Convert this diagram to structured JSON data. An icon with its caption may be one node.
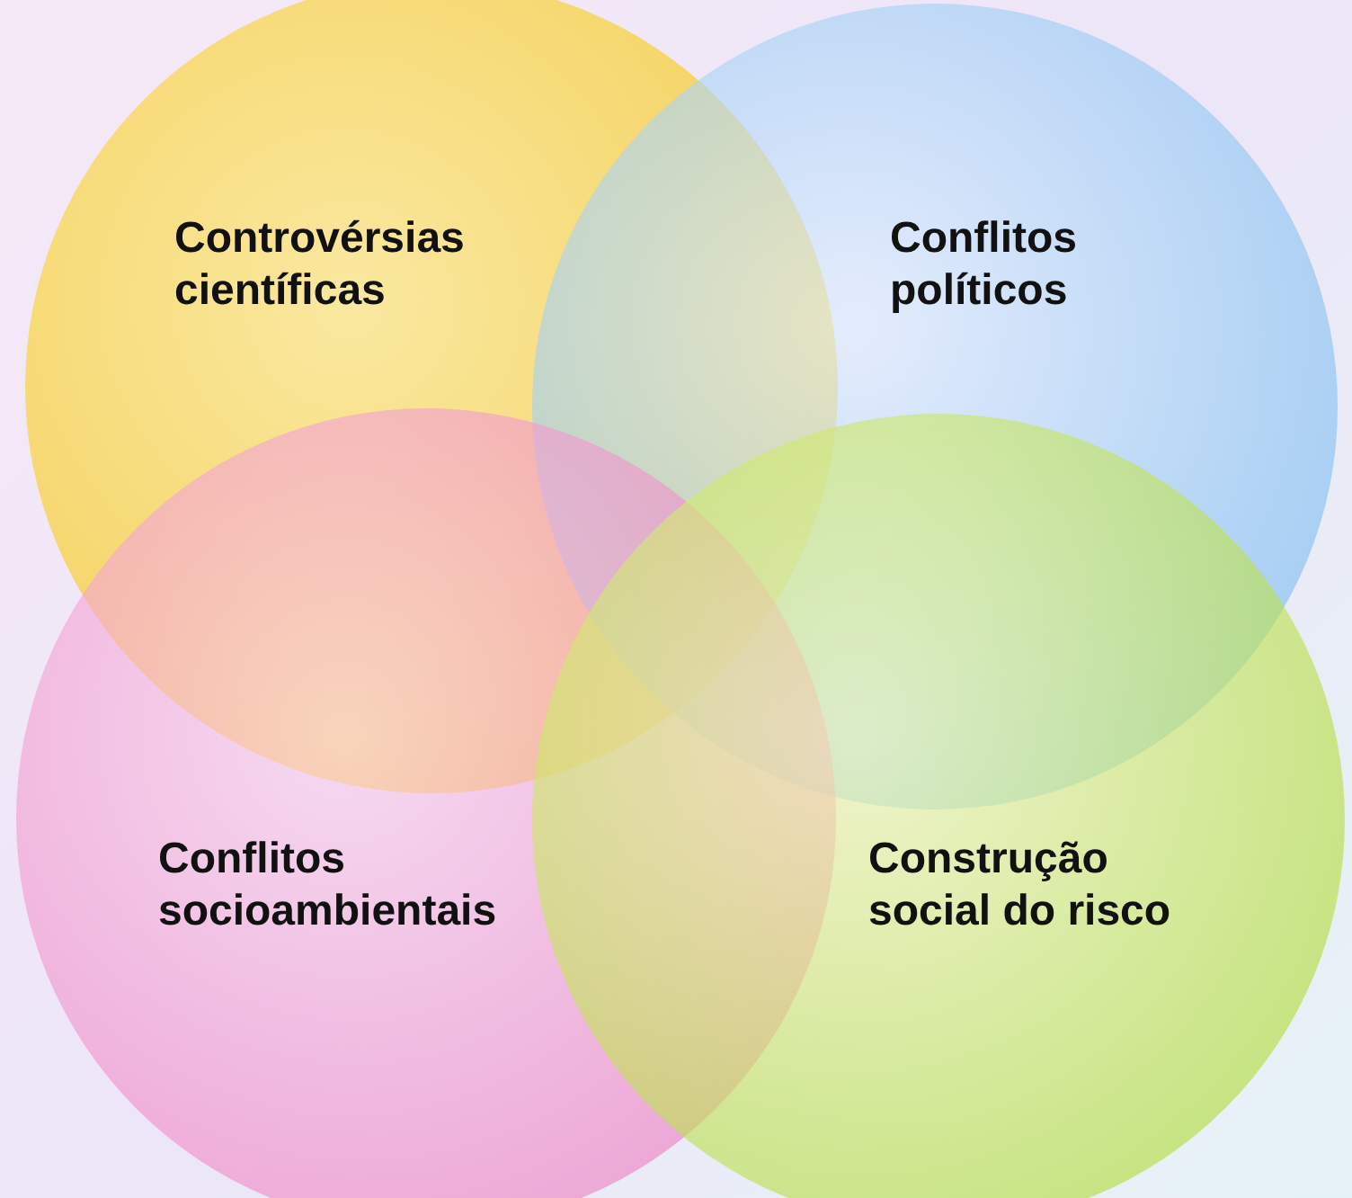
{
  "diagram": {
    "nodes": [
      {
        "text": [
          "Controvérsias científicas"
        ]
      },
      {
        "text": [
          "Conflitos políticos"
        ]
      },
      {
        "text": [
          "Conflitos socioambientais"
        ]
      },
      {
        "text": [
          "Construção social do risco"
        ]
      }
    ]
  }
}
